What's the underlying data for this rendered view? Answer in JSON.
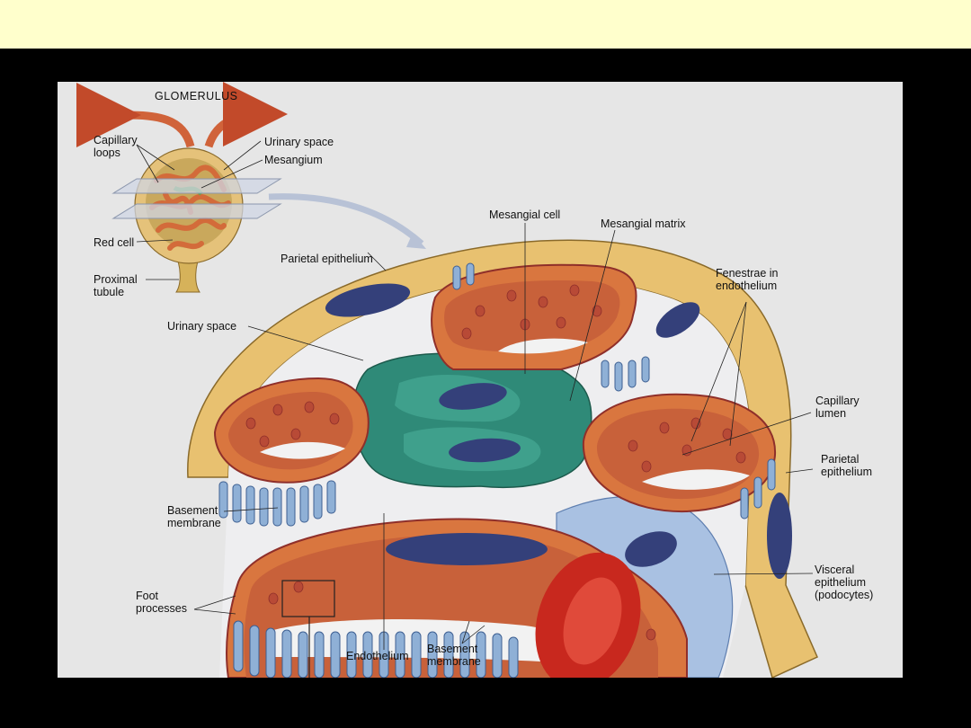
{
  "diagram": {
    "title": "GLOMERULUS",
    "labels": {
      "capillary_loops": "Capillary\nloops",
      "urinary_space_top": "Urinary space",
      "mesangium": "Mesangium",
      "red_cell": "Red cell",
      "proximal_tubule": "Proximal\ntubule",
      "mesangial_cell": "Mesangial cell",
      "mesangial_matrix": "Mesangial matrix",
      "parietal_epithelium_top": "Parietal epithelium",
      "fenestrae": "Fenestrae in\nendothelium",
      "urinary_space": "Urinary space",
      "capillary_lumen": "Capillary\nlumen",
      "parietal_epithelium_right": "Parietal\nepithelium",
      "basement_membrane_left": "Basement\nmembrane",
      "visceral_epithelium": "Visceral\nepithelium\n(podocytes)",
      "foot_processes": "Foot\nprocesses",
      "endothelium": "Endothelium",
      "basement_membrane_bottom": "Basement\nmembrane"
    },
    "colors": {
      "header_band": "#ffffcc",
      "background": "#000000",
      "panel": "#e6e6e6",
      "capsule": "#e8c170",
      "nucleus": "#34407a",
      "capillary_wall": "#d9763f",
      "mesangium": "#2f8a78",
      "foot_process": "#8fb0d6",
      "red_cell": "#c8281e"
    }
  }
}
